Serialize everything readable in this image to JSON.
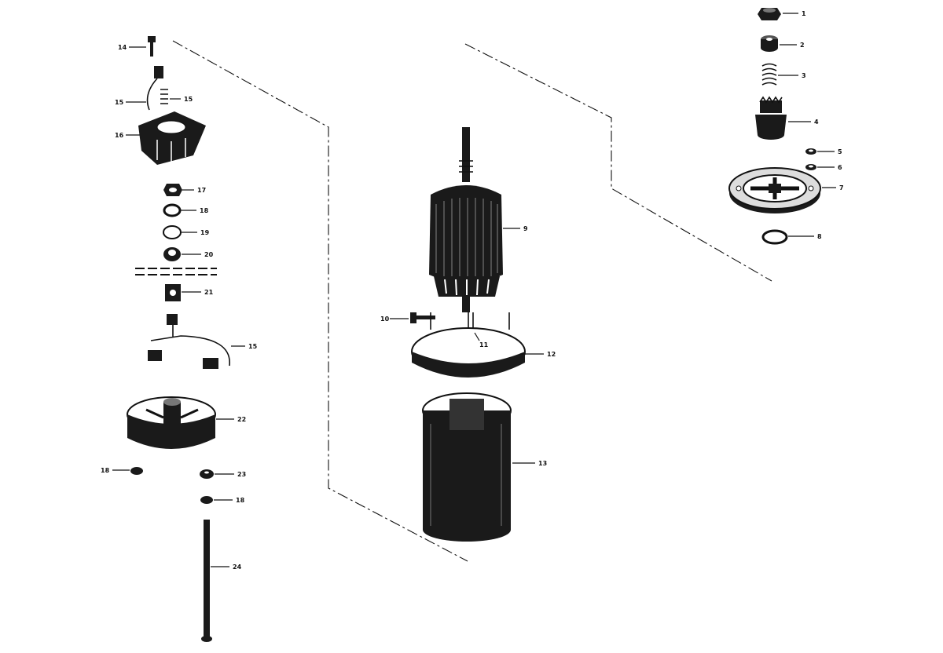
{
  "callouts": {
    "c1": "1",
    "c2": "2",
    "c3": "3",
    "c4": "4",
    "c5": "5",
    "c6": "6",
    "c7": "7",
    "c8": "8",
    "c9": "9",
    "c10": "10",
    "c11": "11",
    "c12": "12",
    "c13": "13",
    "c14": "14",
    "c15a": "15",
    "c15b": "15",
    "c15c": "15",
    "c16": "16",
    "c17": "17",
    "c18a": "18",
    "c19": "19",
    "c20": "20",
    "c21": "21",
    "c22": "22",
    "c18b": "18",
    "c23": "23",
    "c18c": "18",
    "c24": "24"
  },
  "colors": {
    "ink": "#111111",
    "paper": "#ffffff"
  }
}
